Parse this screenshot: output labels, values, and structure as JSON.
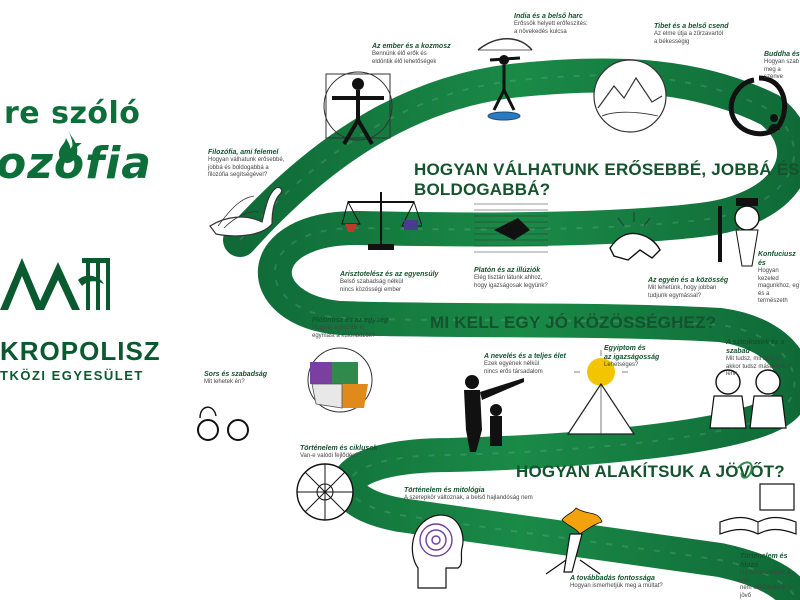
{
  "branding": {
    "title_line1": "re szóló",
    "title_line2": "ozófia",
    "org_name": "KROPOLISZ",
    "org_sub": "TKÖZI EGYESÜLET"
  },
  "questions": {
    "q1": "HOGYAN VÁLHATUNK ERŐSEBBÉ, JOBBÁ ÉS BOLDOGABBÁ?",
    "q2": "MI KELL EGY JÓ KÖZÖSSÉGHEZ?",
    "q3": "HOGYAN ALAKÍTSUK A JÖVŐT?"
  },
  "stations": [
    {
      "id": "filozofia",
      "title": "Filozófia, ami felemel",
      "desc": [
        "Hogyan válhatunk erősebbé,",
        "jobbá és boldogabbá a",
        "filozófia segítségével?"
      ]
    },
    {
      "id": "ember",
      "title": "Az ember és a kozmosz",
      "desc": [
        "Bennünk élő erők és",
        "eldöntik élő lehetőségek"
      ]
    },
    {
      "id": "india",
      "title": "India és a belső harc",
      "desc": [
        "Erőssök helyett erőfeszítés:",
        "a növekedés kulcsa"
      ]
    },
    {
      "id": "tibet",
      "title": "Tibet és a belső csend",
      "desc": [
        "Az elme útja a zűrzavartól",
        "a békességig"
      ]
    },
    {
      "id": "buddha",
      "title": "Buddha és",
      "desc": [
        "Hogyan szab",
        "meg a szenve"
      ]
    },
    {
      "id": "arisztoteles",
      "title": "Arisztotelész és az egyensúly",
      "desc": [
        "Belső szabadság nélkül",
        "nincs közösségi ember"
      ]
    },
    {
      "id": "platon",
      "title": "Platón és az illúziók",
      "desc": [
        "Elég tisztán látunk ahhoz,",
        "hogy igazságosak legyünk?"
      ]
    },
    {
      "id": "egyen",
      "title": "Az egyén és a közösség",
      "desc": [
        "Mit lehetünk, hogy jobban",
        "tudjunk egymással?"
      ]
    },
    {
      "id": "konfucius",
      "title": "Konfuciusz és",
      "desc": [
        "Hogyan kezeled",
        "magunkhoz, eg",
        "és a természeth"
      ]
    },
    {
      "id": "plotinosz",
      "title": "Plótinosz és az egység",
      "desc": [
        "Hogyan egészítik ki",
        "egymást a különbözők?"
      ]
    },
    {
      "id": "neveles",
      "title": "A nevelés és a teljes élet",
      "desc": [
        "Ezek egyének nélkül",
        "nincs erős társadalom"
      ]
    },
    {
      "id": "egyiptom",
      "title": "Egyiptom és",
      "desc": [
        "az igazságosság",
        "Lehetséges?"
      ]
    },
    {
      "id": "sztoikus",
      "title": "A sztoikusok és a szabad",
      "desc": [
        "Mit tudsz, mit akarsz,",
        "akkor tudsz másoknak is lenn"
      ]
    },
    {
      "id": "sors",
      "title": "Sors és szabadság",
      "desc": [
        "Mit lehetek én?"
      ]
    },
    {
      "id": "tortenelem_ciklus",
      "title": "Történelem és ciklusok",
      "desc": [
        "Van-e valódi fejlődés?"
      ]
    },
    {
      "id": "mitologia",
      "title": "Történelem és mitológia",
      "desc": [
        "A szerepkör változnak, a belső hajlandóság nem"
      ]
    },
    {
      "id": "tovabbadas",
      "title": "A továbbadás fontossága",
      "desc": [
        "Hogyan ismerhetjük meg a múltat?"
      ]
    },
    {
      "id": "filozofia_end",
      "title": "Történelem és filozó",
      "desc": [
        "Ha nem ismerjük a múl",
        "nem oldódhatunk a jövő"
      ]
    }
  ]
}
